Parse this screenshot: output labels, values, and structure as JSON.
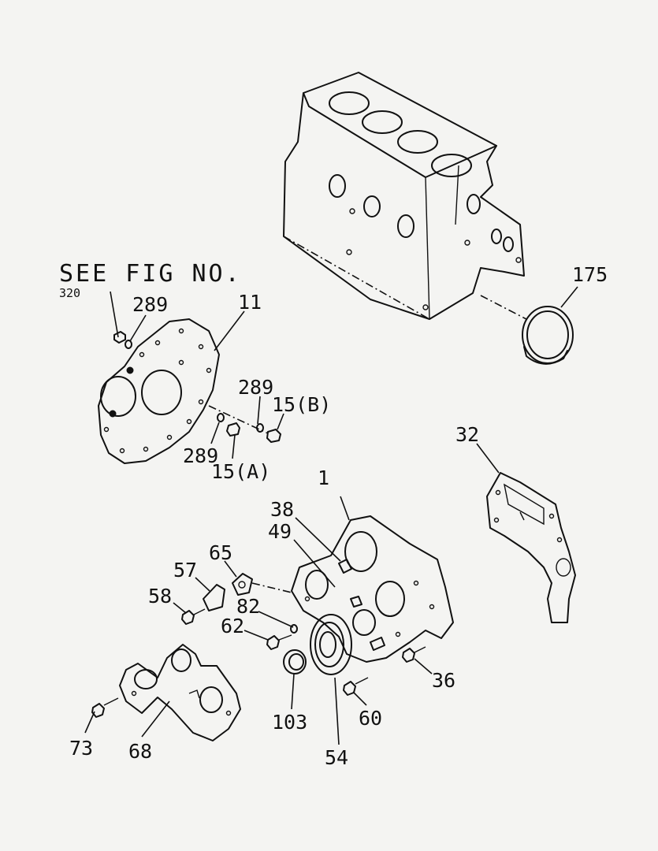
{
  "note": {
    "text": "SEE FIG NO.",
    "ref": "320"
  },
  "callouts": {
    "c175": "175",
    "c289a": "289",
    "c11": "11",
    "c289b": "289",
    "c15b": "15(B)",
    "c289c": "289",
    "c15a": "15(A)",
    "c32": "32",
    "c1": "1",
    "c38": "38",
    "c49": "49",
    "c65": "65",
    "c57": "57",
    "c58": "58",
    "c82": "82",
    "c62": "62",
    "c36": "36",
    "c103": "103",
    "c60": "60",
    "c54": "54",
    "c73": "73",
    "c68": "68"
  }
}
